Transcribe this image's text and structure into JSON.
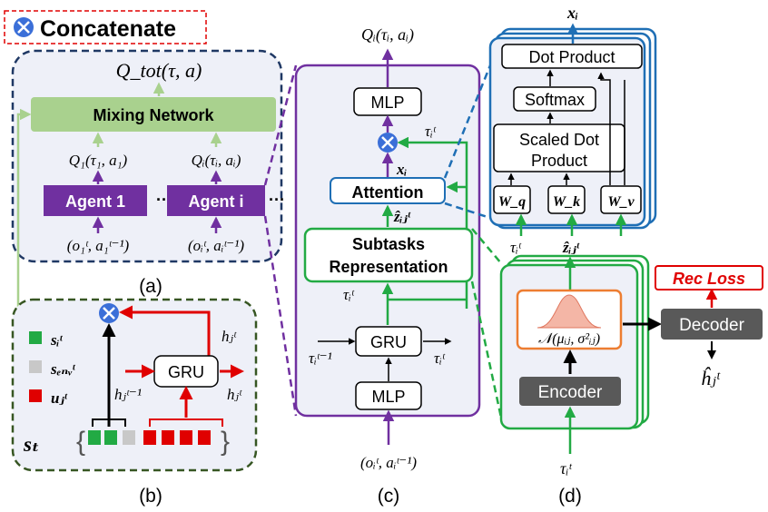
{
  "legend": {
    "concat_label": "Concatenate"
  },
  "a": {
    "qtot": "Q_tot(τ, a)",
    "mixing": "Mixing Network",
    "q1": "Q₁(τ₁, a₁)",
    "qi": "Qᵢ(τᵢ, aᵢ)",
    "agent1": "Agent 1",
    "agenti": "Agent i",
    "in1": "(o₁ᵗ, a₁ᵗ⁻¹)",
    "ini": "(oᵢᵗ, aᵢᵗ⁻¹)",
    "caption": "(a)"
  },
  "b": {
    "legend_s": "sᵢᵗ",
    "legend_env": "sₑₙᵥᵗ",
    "legend_u": "uⱼᵗ",
    "gru": "GRU",
    "h_out_top": "hⱼᵗ",
    "h_out_right": "hⱼᵗ",
    "h_prev": "hⱼᵗ⁻¹",
    "st": "sₜ",
    "caption": "(b)"
  },
  "c": {
    "q_out": "Qᵢ(τᵢ, aᵢ)",
    "mlp_top": "MLP",
    "tau_top": "τᵢᵗ",
    "x": "xᵢ",
    "attention": "Attention",
    "z": "ẑᵢⱼᵗ",
    "subtasks1": "Subtasks",
    "subtasks2": "Representation",
    "tau_mid": "τᵢᵗ",
    "gru": "GRU",
    "tau_prev": "τᵢᵗ⁻¹",
    "tau_out": "τᵢᵗ",
    "mlp_bottom": "MLP",
    "input": "(oᵢᵗ, aᵢᵗ⁻¹)",
    "caption": "(c)"
  },
  "att": {
    "x_out": "xᵢ",
    "dot": "Dot Product",
    "softmax": "Softmax",
    "scaled1": "Scaled Dot",
    "scaled2": "Product",
    "wq": "W_q",
    "wk": "W_k",
    "wv": "W_v",
    "tau_in": "τᵢᵗ",
    "z_in": "ẑᵢⱼᵗ"
  },
  "d": {
    "rec_loss": "Rec Loss",
    "normal": "𝒩(μᵢⱼ, σ²ᵢⱼ)",
    "decoder": "Decoder",
    "h_hat": "ĥⱼᵗ",
    "encoder": "Encoder",
    "tau_in": "τᵢᵗ",
    "caption": "(d)"
  },
  "colors": {
    "purple": "#7030a0",
    "navy": "#1f3864",
    "blue": "#1f6fb5",
    "green": "#22aa44",
    "light_green": "#a9d18e",
    "red": "#e00000",
    "dark_green": "#375623",
    "orange": "#ed7d31",
    "gray_box": "#595959",
    "panel_bg": "#eef0f8"
  }
}
